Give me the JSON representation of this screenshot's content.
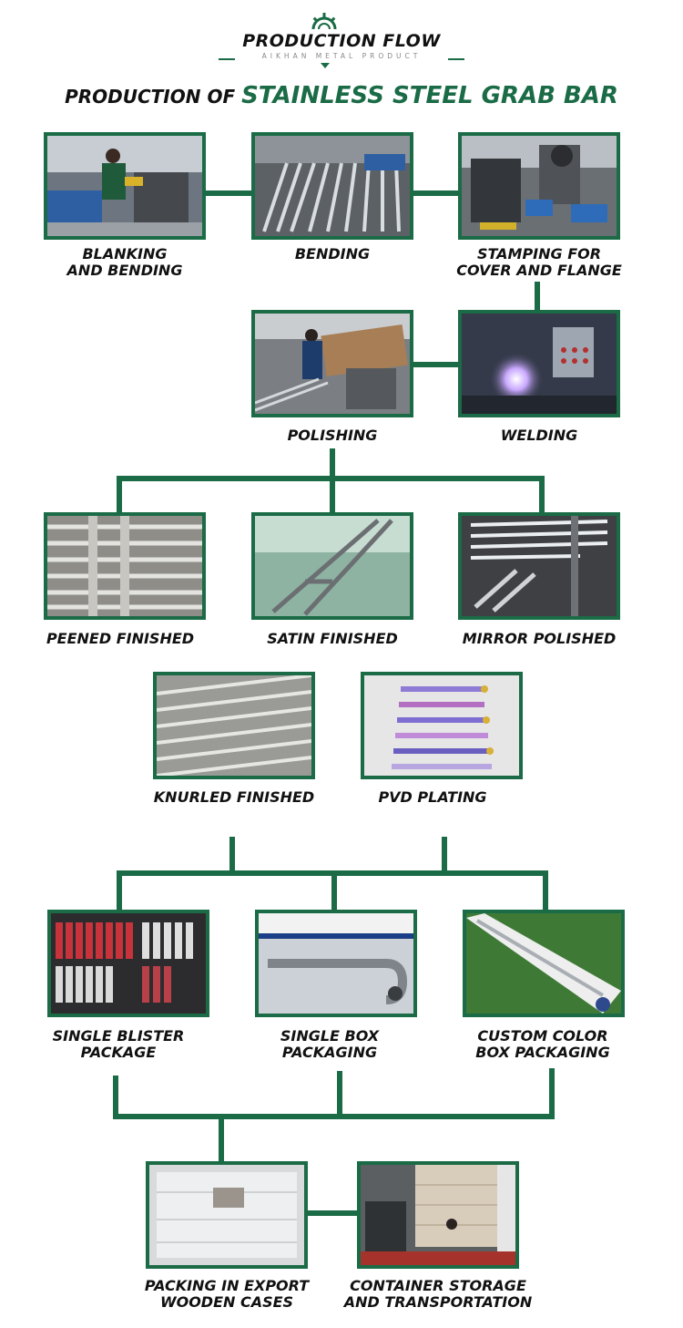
{
  "header": {
    "title": "PRODUCTION FLOW",
    "subtitle": "AIKHAN METAL PRODUCT"
  },
  "main_title": {
    "prefix": "PRODUCTION OF",
    "accent": "STAINLESS STEEL GRAB BAR"
  },
  "colors": {
    "accent": "#1a6b46",
    "text": "#111111"
  },
  "steps": [
    {
      "id": "blanking",
      "label": "BLANKING\nAND BENDING"
    },
    {
      "id": "bending",
      "label": "BENDING"
    },
    {
      "id": "stamping",
      "label": "STAMPING FOR\nCOVER AND FLANGE"
    },
    {
      "id": "polishing",
      "label": "POLISHING"
    },
    {
      "id": "welding",
      "label": "WELDING"
    },
    {
      "id": "peened",
      "label": "PEENED FINISHED"
    },
    {
      "id": "satin",
      "label": "SATIN FINISHED"
    },
    {
      "id": "mirror",
      "label": "MIRROR POLISHED"
    },
    {
      "id": "knurled",
      "label": "KNURLED FINISHED"
    },
    {
      "id": "pvd",
      "label": "PVD PLATING"
    },
    {
      "id": "blister",
      "label": "SINGLE BLISTER\nPACKAGE"
    },
    {
      "id": "box",
      "label": "SINGLE BOX\nPACKAGING"
    },
    {
      "id": "colorbox",
      "label": "CUSTOM COLOR\nBOX PACKAGING"
    },
    {
      "id": "wooden",
      "label": "PACKING IN EXPORT\nWOODEN CASES"
    },
    {
      "id": "container",
      "label": "CONTAINER STORAGE\nAND TRANSPORTATION"
    }
  ]
}
